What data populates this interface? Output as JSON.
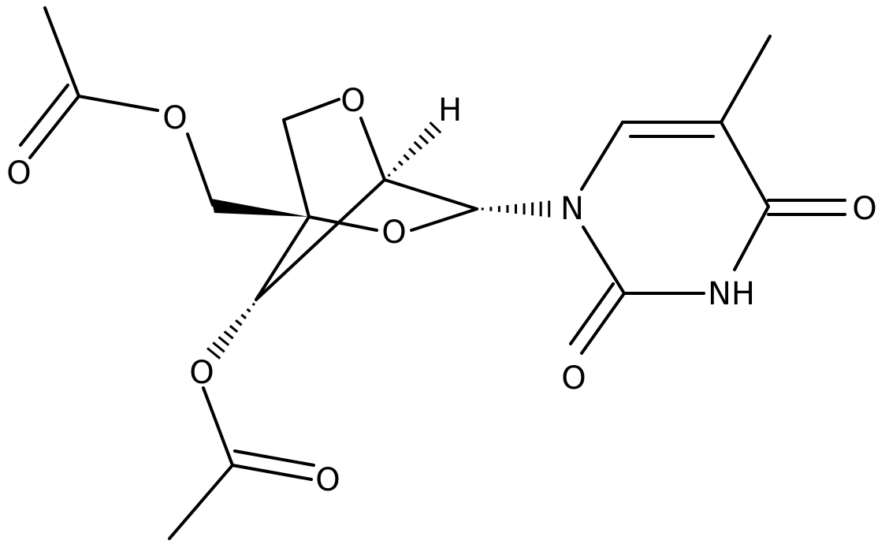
{
  "molecule": {
    "atom_labels": {
      "o_ring_top": "O",
      "o_ring_mid": "O",
      "h_bridge": "H",
      "n1": "N",
      "o_carbonyl_c4": "O",
      "nh": "NH",
      "o_carbonyl_c2": "O",
      "o_ester_upper": "O",
      "o_carbonyl_upper": "O",
      "o_ester_lower": "O",
      "o_carbonyl_lower": "O"
    }
  },
  "colors": {
    "bond": "#000000",
    "background": "#ffffff"
  }
}
